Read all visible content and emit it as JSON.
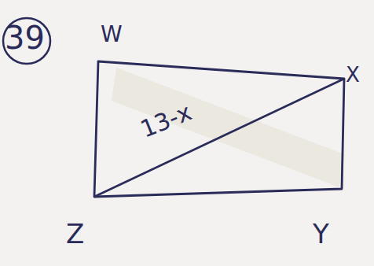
{
  "diagram": {
    "labels": [
      "39",
      "W",
      "X",
      "13-x",
      "Z",
      "Y"
    ]
  }
}
